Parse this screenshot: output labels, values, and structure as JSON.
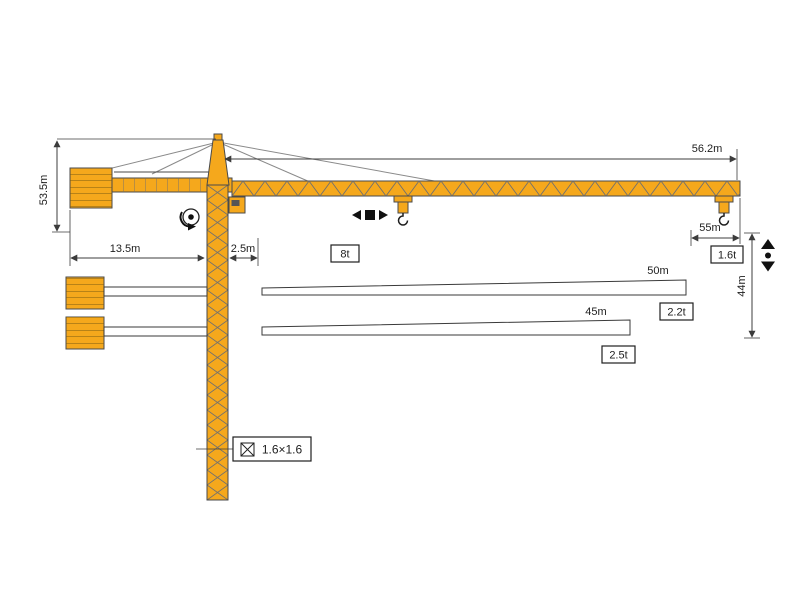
{
  "diagram": {
    "type": "tower-crane-dimension-diagram",
    "dimensions": {
      "height_under_hook": "53.5m",
      "counterjib_length": "13.5m",
      "rear_offset": "2.5m",
      "max_jib_length": "56.2m",
      "max_radius": "55m",
      "tip_hook_height": "44m",
      "mast_section": "1.6×1.6"
    },
    "loads": {
      "max_load": "8t",
      "tip_load_max_jib": "1.6t",
      "tip_load_50m": "2.2t",
      "tip_load_45m": "2.5t"
    },
    "jib_options": {
      "jib_50": "50m",
      "jib_45": "45m"
    },
    "colors": {
      "crane": "#F5A81C",
      "outline": "#4a4a4a"
    }
  }
}
